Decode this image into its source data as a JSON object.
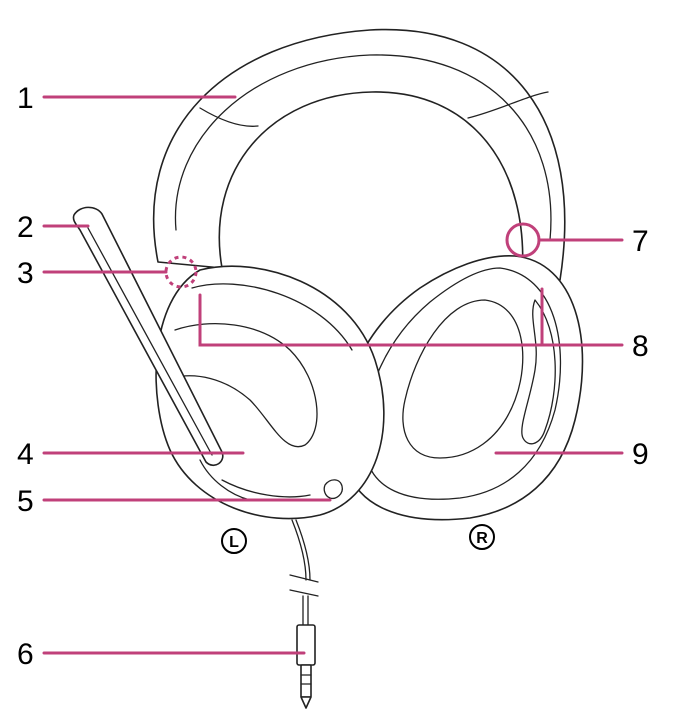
{
  "callouts": {
    "c1": "1",
    "c2": "2",
    "c3": "3",
    "c4": "4",
    "c5": "5",
    "c6": "6",
    "c7": "7",
    "c8": "8",
    "c9": "9"
  },
  "side_marks": {
    "left": "L",
    "right": "R"
  },
  "colors": {
    "leader": "#c0407a",
    "outline": "#222222",
    "background": "#ffffff"
  }
}
